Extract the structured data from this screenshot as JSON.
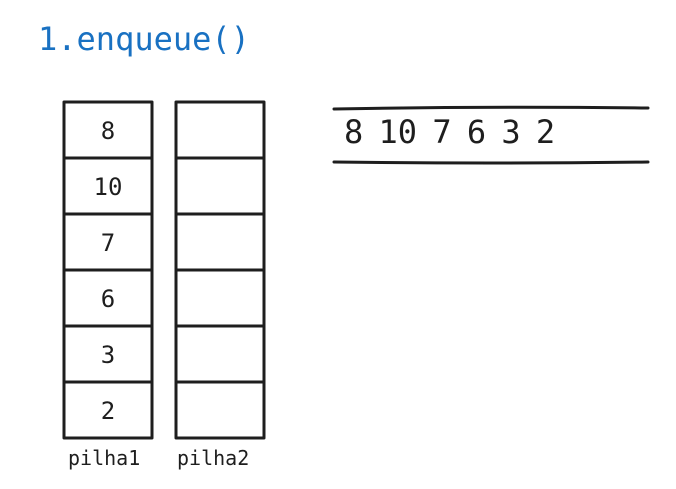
{
  "title": "1.enqueue()",
  "stacks": [
    {
      "label": "pilha1",
      "cells": [
        "8",
        "10",
        "7",
        "6",
        "3",
        "2"
      ]
    },
    {
      "label": "pilha2",
      "cells": [
        "",
        "",
        "",
        "",
        "",
        ""
      ]
    }
  ],
  "queue": {
    "text": "8 10 7 6 3 2"
  },
  "colors": {
    "title": "#1971c2",
    "stroke": "#1e1e1e",
    "background": "#ffffff"
  }
}
